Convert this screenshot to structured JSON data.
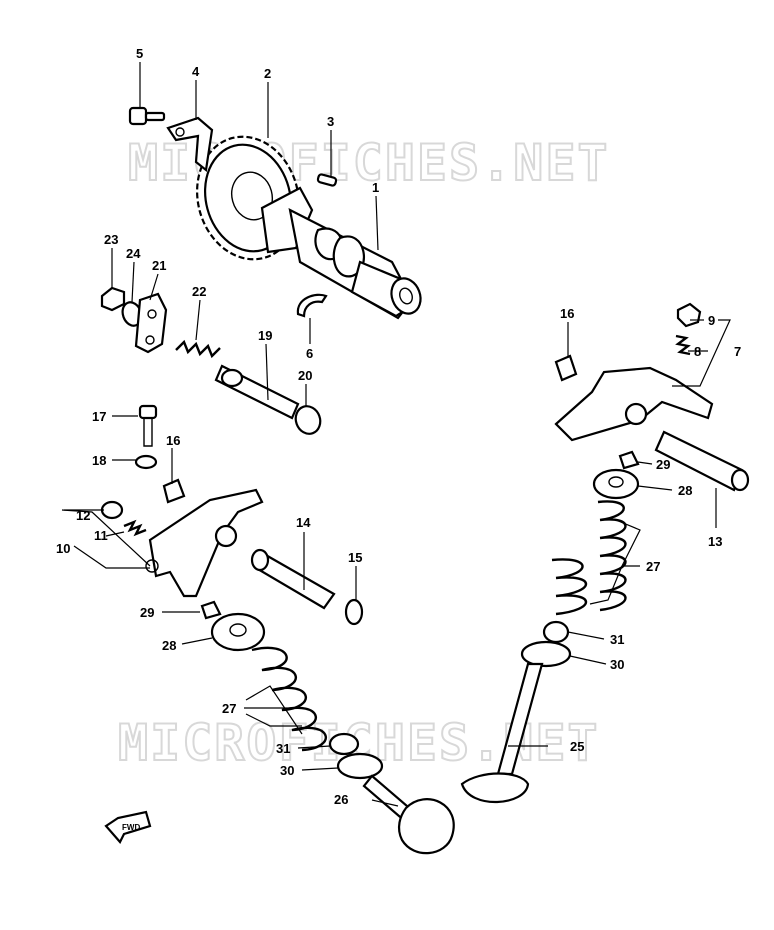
{
  "watermark": {
    "text": "MICROFICHES.NET"
  },
  "fwd_label": "FWD",
  "callouts": {
    "c1": "1",
    "c2": "2",
    "c3": "3",
    "c4": "4",
    "c5": "5",
    "c6": "6",
    "c7": "7",
    "c8": "8",
    "c9": "9",
    "c10": "10",
    "c11": "11",
    "c12": "12",
    "c13": "13",
    "c14": "14",
    "c15": "15",
    "c16a": "16",
    "c16b": "16",
    "c17": "17",
    "c18": "18",
    "c19": "19",
    "c20": "20",
    "c21": "21",
    "c22": "22",
    "c23": "23",
    "c24": "24",
    "c25": "25",
    "c26": "26",
    "c27a": "27",
    "c27b": "27",
    "c28a": "28",
    "c28b": "28",
    "c29a": "29",
    "c29b": "29",
    "c30a": "30",
    "c30b": "30",
    "c31a": "31",
    "c31b": "31"
  }
}
